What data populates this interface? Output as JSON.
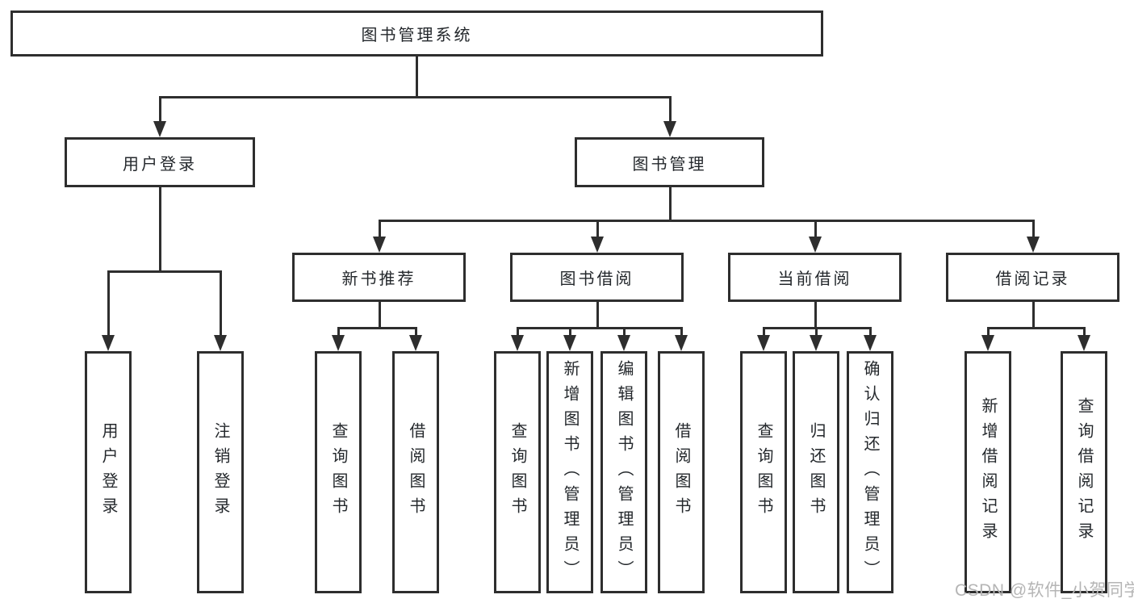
{
  "colors": {
    "line": "#2e2e2e",
    "text": "#24282c",
    "background": "#ffffff",
    "watermark": "#b5b5b5"
  },
  "nodes": {
    "root": {
      "label": "图书管理系统"
    },
    "level2": [
      {
        "id": "user-login",
        "label": "用户登录"
      },
      {
        "id": "book-management",
        "label": "图书管理"
      }
    ],
    "level3": [
      {
        "id": "new-book-recommendation",
        "label": "新书推荐"
      },
      {
        "id": "book-borrowing",
        "label": "图书借阅"
      },
      {
        "id": "current-borrowing",
        "label": "当前借阅"
      },
      {
        "id": "borrowing-records",
        "label": "借阅记录"
      }
    ],
    "leaves": [
      {
        "id": "user-login",
        "label": "用户登录"
      },
      {
        "id": "logout",
        "label": "注销登录"
      },
      {
        "id": "query-books",
        "label": "查询图书"
      },
      {
        "id": "borrow-books",
        "label": "借阅图书"
      },
      {
        "id": "query-books-2",
        "label": "查询图书"
      },
      {
        "id": "add-books-admin",
        "label": "新增图书（管理员）"
      },
      {
        "id": "edit-books-admin",
        "label": "编辑图书（管理员）"
      },
      {
        "id": "borrow-books-2",
        "label": "借阅图书"
      },
      {
        "id": "query-books-3",
        "label": "查询图书"
      },
      {
        "id": "return-books",
        "label": "归还图书"
      },
      {
        "id": "confirm-return-admin",
        "label": "确认归还（管理员）"
      },
      {
        "id": "add-borrow-record",
        "label": "新增借阅记录"
      },
      {
        "id": "query-borrow-record",
        "label": "查询借阅记录"
      }
    ]
  },
  "watermark": "CSDN @软件_小贺同学"
}
